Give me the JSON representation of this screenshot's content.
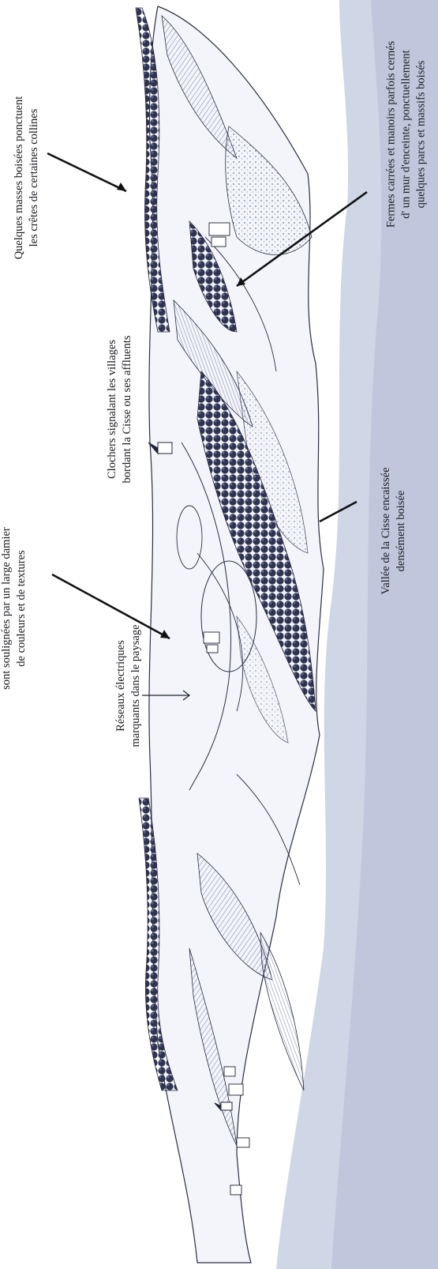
{
  "annotations": [
    {
      "id": "wooded-crests",
      "lines": [
        "Quelques masses boisées ponctuent",
        "les crêtes de certaines collines"
      ]
    },
    {
      "id": "farms",
      "lines": [
        "Fermes carrées et manoirs parfois cernés",
        "d' un mur d'enceinte, ponctuellement",
        "quelques parcs et massifs boisés"
      ]
    },
    {
      "id": "bell-towers",
      "lines": [
        "Clochers signalant les villages",
        "bordant la Cisse ou ses affluents"
      ]
    },
    {
      "id": "valley",
      "lines": [
        "Vallée de la Cisse encaissée",
        "densément boisée"
      ]
    },
    {
      "id": "fields",
      "lines": [
        "sont soulignées par un large damier",
        "de couleurs et de textures"
      ]
    },
    {
      "id": "power-lines",
      "lines": [
        "Réseaux électriques",
        "marquants dans le paysage"
      ]
    }
  ],
  "colors": {
    "ink": "#1b1b22",
    "sky": "#cfd6e6",
    "wood": "#3a3f5e",
    "field": "#8d94b8"
  }
}
